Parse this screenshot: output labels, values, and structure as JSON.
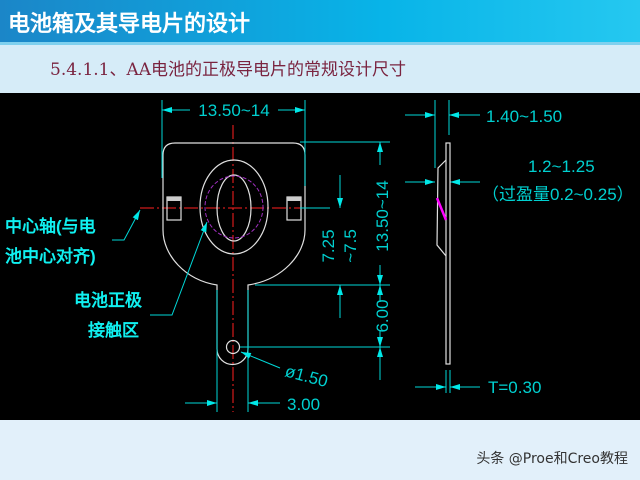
{
  "header": {
    "title": "电池箱及其导电片的设计"
  },
  "subheader": {
    "title": "5.4.1.1、AA电池的正极导电片的常规设计尺寸"
  },
  "drawing": {
    "dims": {
      "top_width": "13.50~14",
      "right_height": "13.50~14",
      "center_offset_a": "7.25",
      "center_offset_b": "~7.5",
      "tail_length": "6.00",
      "hole_dia": "ø1.50",
      "tail_width": "3.00",
      "bump_height": "1.40~1.50",
      "bump_contact": "1.2~1.25",
      "interference": "（过盈量0.2~0.25）",
      "thickness": "T=0.30"
    },
    "labels": {
      "center_axis_1": "中心轴(与电",
      "center_axis_2": "池中心对齐)",
      "contact_1": "电池正极",
      "contact_2": "接触区"
    },
    "colors": {
      "background": "#000000",
      "dimension": "#00d8d8",
      "outline": "#e0e0e0",
      "centerline": "#ff2020",
      "contact_circle": "#a030c0",
      "interference": "#ff00ff"
    }
  },
  "footer": {
    "watermark": "头条 @Proe和Creo教程"
  }
}
